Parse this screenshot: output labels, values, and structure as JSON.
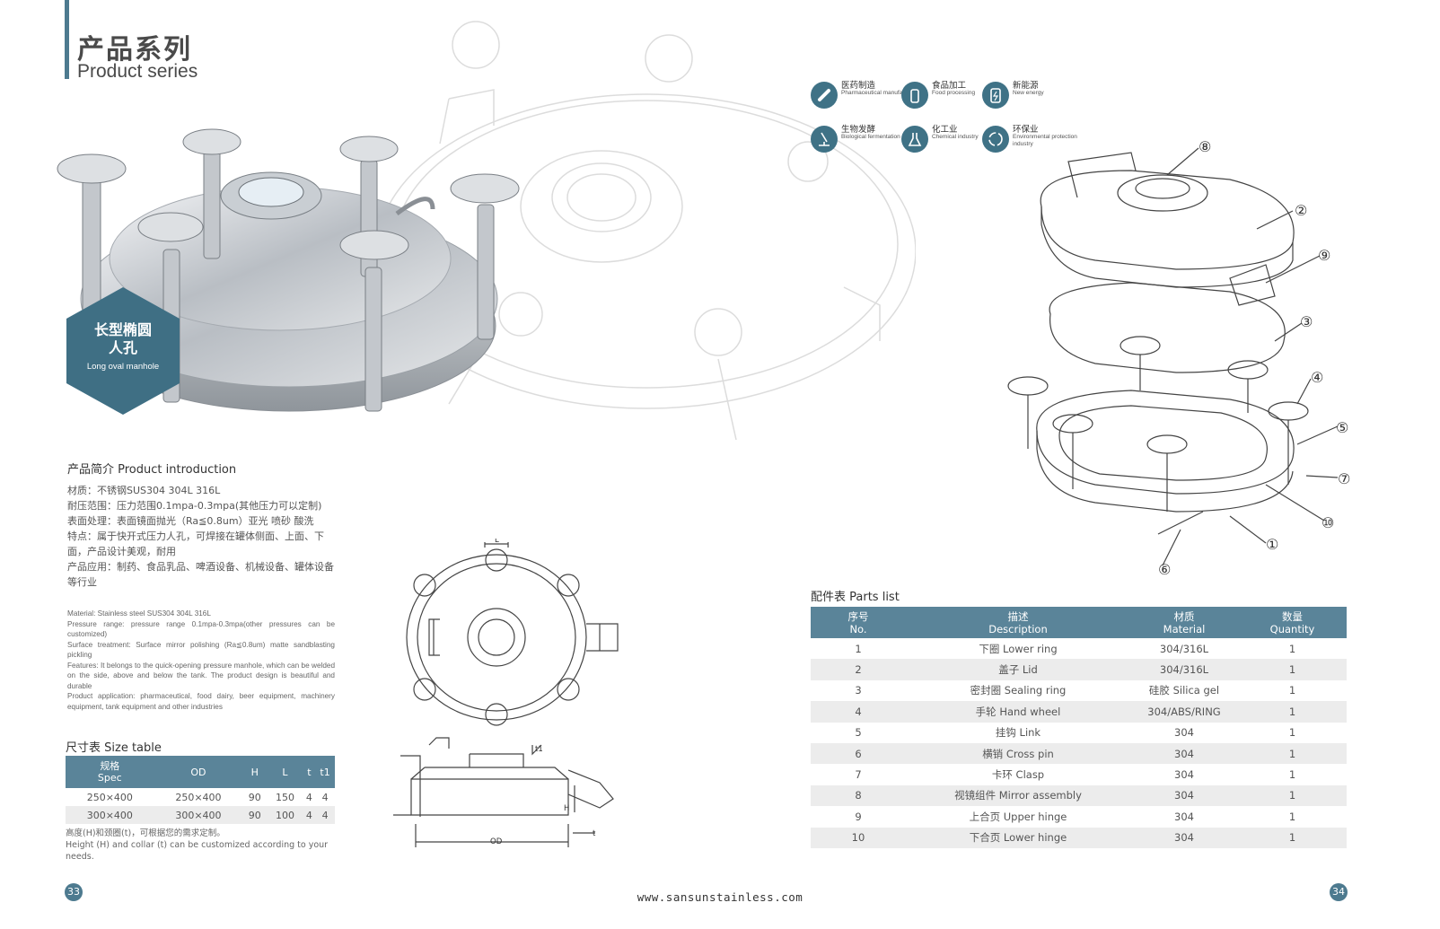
{
  "header": {
    "title_zh": "产品系列",
    "title_en": "Product series"
  },
  "badge": {
    "name_zh_line1": "长型椭圆",
    "name_zh_line2": "人孔",
    "name_en": "Long oval manhole"
  },
  "applications": [
    {
      "zh": "医药制造",
      "en": "Pharmaceutical manufacturing",
      "icon": "medicine-icon"
    },
    {
      "zh": "食品加工",
      "en": "Food processing",
      "icon": "food-bottle-icon"
    },
    {
      "zh": "新能源",
      "en": "New energy",
      "icon": "battery-icon"
    },
    {
      "zh": "生物发酵",
      "en": "Biological fermentation",
      "icon": "microscope-icon"
    },
    {
      "zh": "化工业",
      "en": "Chemical industry",
      "icon": "flask-icon"
    },
    {
      "zh": "环保业",
      "en": "Environmental protection industry",
      "icon": "recycle-icon"
    }
  ],
  "intro": {
    "heading": "产品简介 Product introduction",
    "lines_zh": [
      "材质：不锈钢SUS304 304L 316L",
      "耐压范围：压力范围0.1mpa-0.3mpa(其他压力可以定制)",
      "表面处理：表面镜面抛光（Ra≦0.8um）亚光 喷砂 酸洗",
      "特点：属于快开式压力人孔，可焊接在罐体侧面、上面、下面，产品设计美观，耐用",
      "产品应用：制药、食品乳品、啤酒设备、机械设备、罐体设备等行业"
    ],
    "lines_en": [
      "Material: Stainless steel SUS304 304L 316L",
      "Pressure range: pressure range 0.1mpa-0.3mpa(other pressures can be customized)",
      "Surface treatment: Surface mirror polishing (Ra≦0.8um) matte sandblasting pickling",
      "Features: It belongs to the quick-opening pressure manhole, which can be welded on the side, above and below the tank. The product design is beautiful and durable",
      "Product application: pharmaceutical, food dairy, beer equipment, machinery equipment, tank equipment and other industries"
    ]
  },
  "size_table": {
    "heading": "尺寸表 Size table",
    "headers": [
      {
        "zh": "规格",
        "en": "Spec"
      },
      {
        "zh": "",
        "en": "OD"
      },
      {
        "zh": "",
        "en": "H"
      },
      {
        "zh": "",
        "en": "L"
      },
      {
        "zh": "",
        "en": "t"
      },
      {
        "zh": "",
        "en": "t1"
      }
    ],
    "rows": [
      [
        "250×400",
        "250×400",
        "90",
        "150",
        "4",
        "4"
      ],
      [
        "300×400",
        "300×400",
        "90",
        "100",
        "4",
        "4"
      ]
    ],
    "note_zh": "高度(H)和颈圈(t)，可根据您的需求定制。",
    "note_en": "Height (H) and collar (t) can be customized according to your needs."
  },
  "drawing_labels": {
    "L": "L",
    "t1": "t1",
    "H": "H",
    "OD": "OD",
    "t": "t"
  },
  "parts_table": {
    "heading": "配件表 Parts list",
    "headers": [
      {
        "zh": "序号",
        "en": "No."
      },
      {
        "zh": "描述",
        "en": "Description"
      },
      {
        "zh": "材质",
        "en": "Material"
      },
      {
        "zh": "数量",
        "en": "Quantity"
      }
    ],
    "rows": [
      [
        "1",
        "下圈 Lower ring",
        "304/316L",
        "1"
      ],
      [
        "2",
        "盖子 Lid",
        "304/316L",
        "1"
      ],
      [
        "3",
        "密封圈 Sealing ring",
        "硅胶 Silica gel",
        "1"
      ],
      [
        "4",
        "手轮 Hand wheel",
        "304/ABS/RING",
        "1"
      ],
      [
        "5",
        "挂钩 Link",
        "304",
        "1"
      ],
      [
        "6",
        "横销 Cross pin",
        "304",
        "1"
      ],
      [
        "7",
        "卡环 Clasp",
        "304",
        "1"
      ],
      [
        "8",
        "视镜组件 Mirror assembly",
        "304",
        "1"
      ],
      [
        "9",
        "上合页 Upper hinge",
        "304",
        "1"
      ],
      [
        "10",
        "下合页 Lower hinge",
        "304",
        "1"
      ]
    ]
  },
  "callouts": [
    "①",
    "②",
    "③",
    "④",
    "⑤",
    "⑥",
    "⑦",
    "⑧",
    "⑨",
    "⑩"
  ],
  "footer": {
    "website": "www.sansunstainless.com",
    "page_left": "33",
    "page_right": "34"
  },
  "colors": {
    "accent": "#4d7a8f",
    "table_header": "#5a8499",
    "row_alt": "#ececec"
  }
}
